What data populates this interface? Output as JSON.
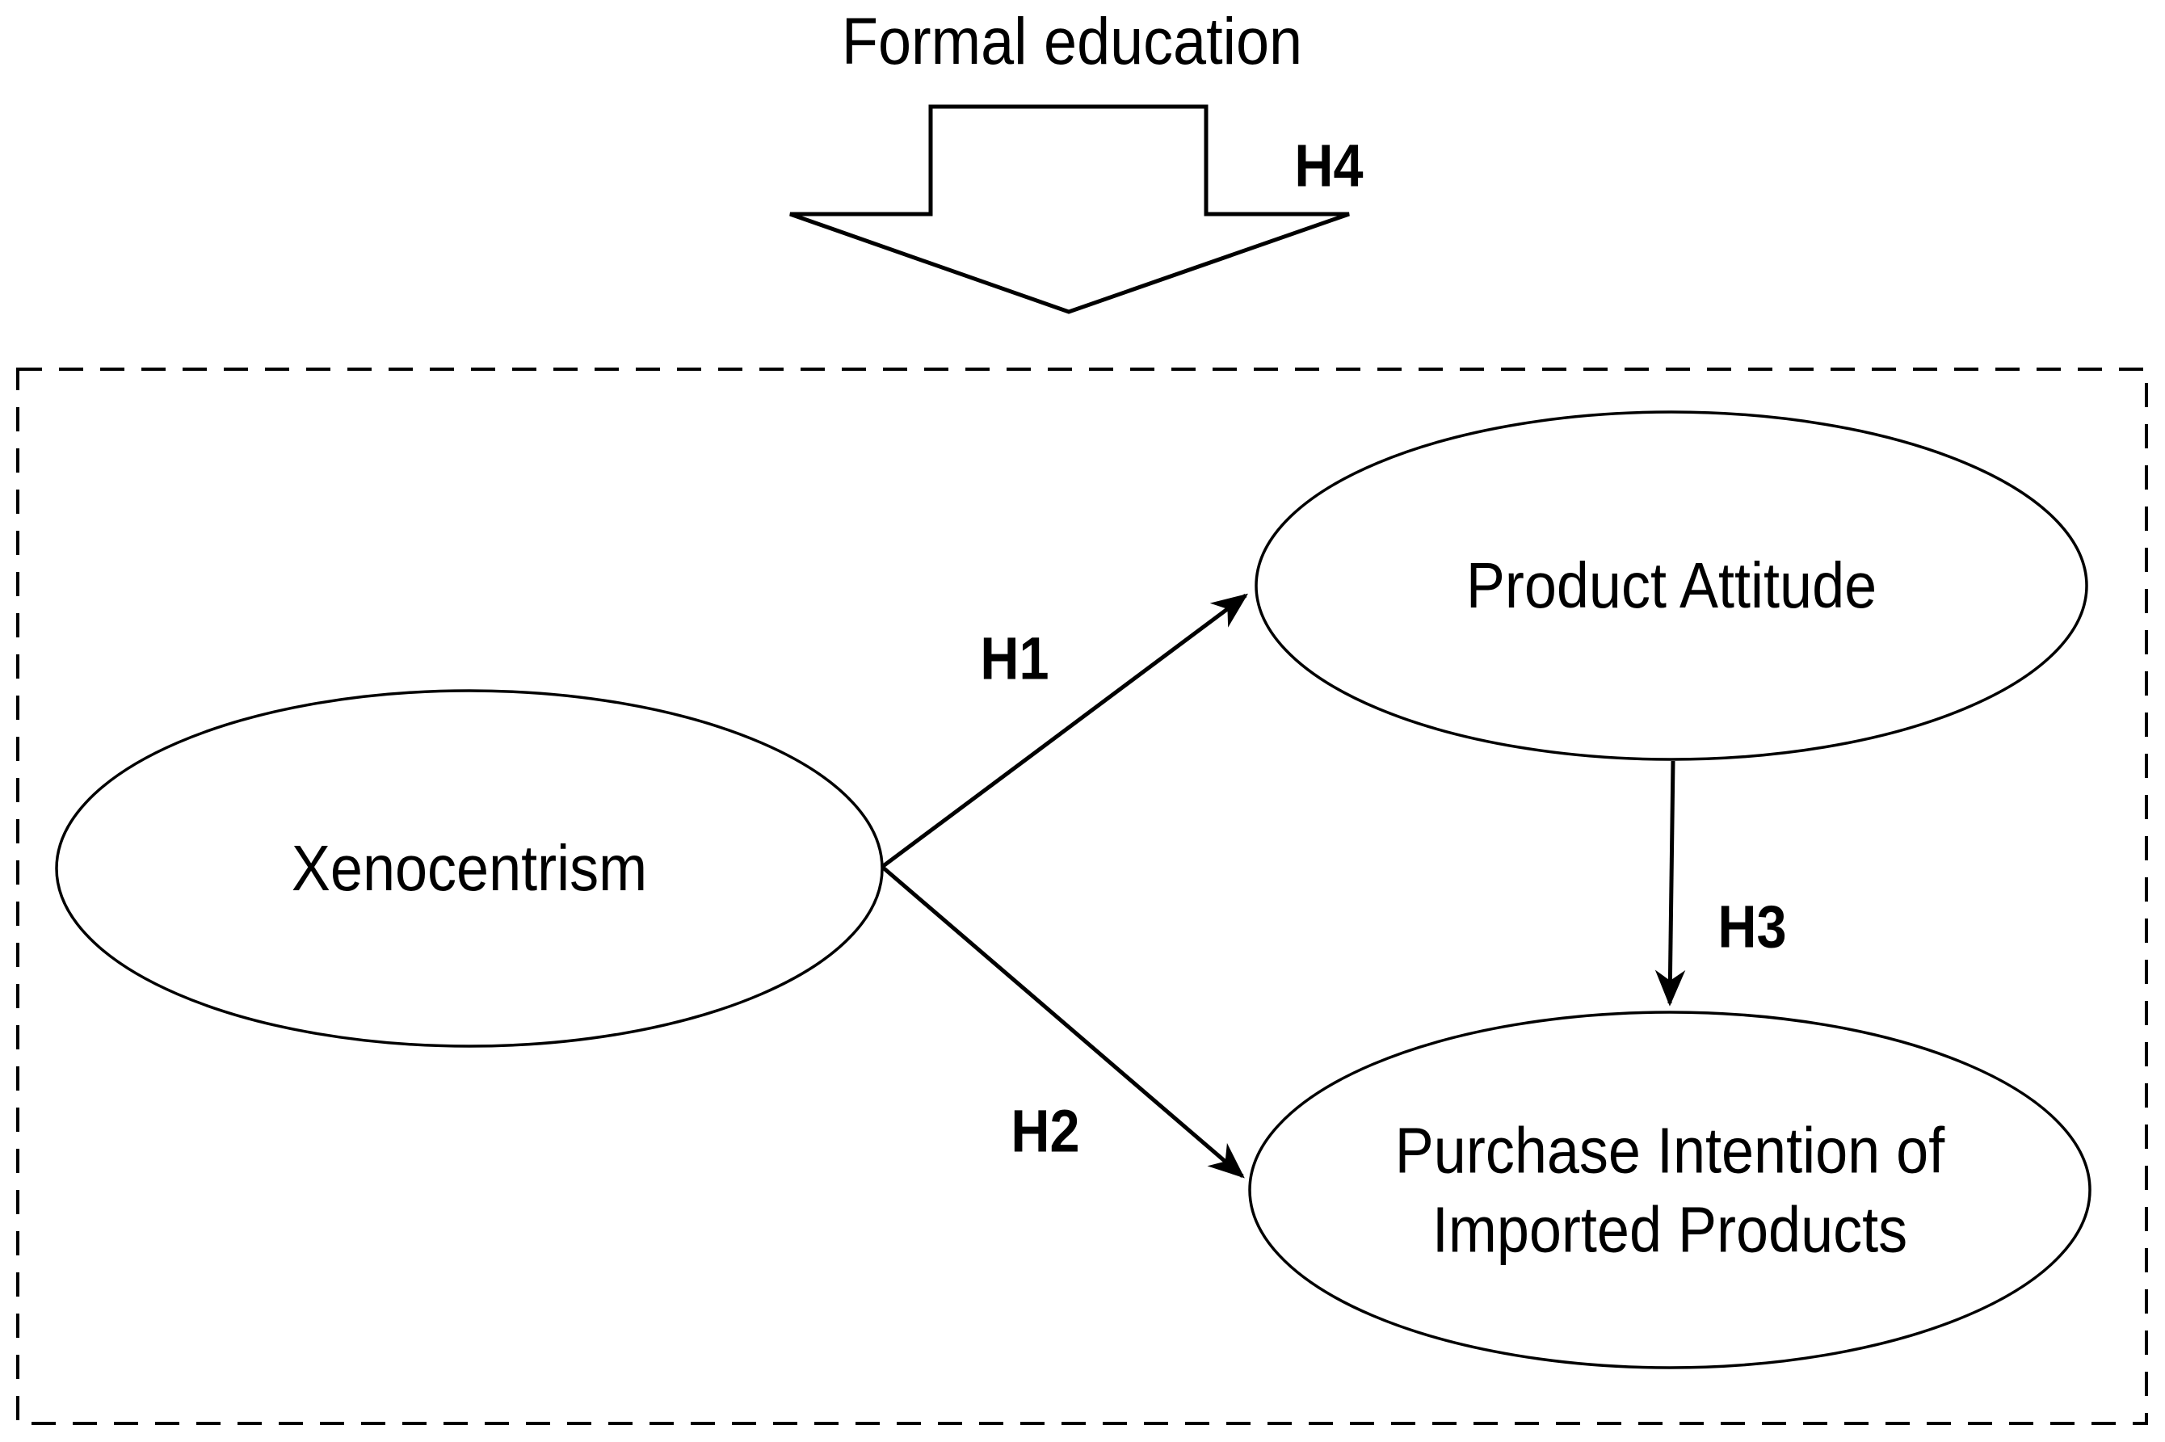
{
  "diagram": {
    "background": "#ffffff",
    "stroke_color": "#000000",
    "moderator": {
      "label": "Formal education",
      "hypothesis_label": "H4"
    },
    "nodes": [
      {
        "id": "xenocentrism",
        "shape": "ellipse",
        "label": "Xenocentrism"
      },
      {
        "id": "product-attitude",
        "shape": "ellipse",
        "label": "Product Attitude"
      },
      {
        "id": "purchase-intention",
        "shape": "ellipse",
        "label_line1": "Purchase Intention of",
        "label_line2": "Imported Products"
      }
    ],
    "paths": [
      {
        "id": "h1",
        "label": "H1",
        "from": "xenocentrism",
        "to": "product-attitude"
      },
      {
        "id": "h2",
        "label": "H2",
        "from": "xenocentrism",
        "to": "purchase-intention"
      },
      {
        "id": "h3",
        "label": "H3",
        "from": "product-attitude",
        "to": "purchase-intention"
      },
      {
        "id": "h4",
        "label": "H4",
        "from": "formal-education",
        "to": "model-boundary"
      }
    ]
  }
}
